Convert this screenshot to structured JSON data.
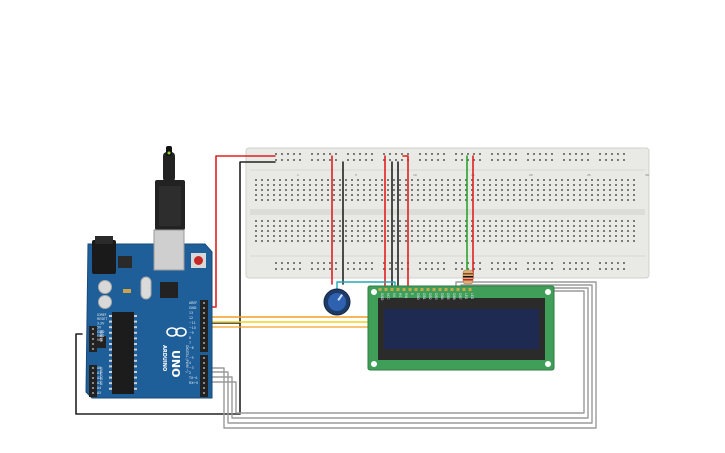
{
  "circuit": {
    "arduino": {
      "board_name": "UNO",
      "brand": "ARDUINO",
      "power_pins": [
        "IOREF",
        "RESET",
        "3.3V",
        "5V",
        "GND",
        "GND",
        "VIN"
      ],
      "analog_pins": [
        "A0",
        "A1",
        "A2",
        "A3",
        "A4",
        "A5"
      ],
      "power_label": "POWER",
      "analog_label": "ANALOG IN",
      "digital_label": "DIGITAL (PWM ~)",
      "digital_pins": [
        "AREF",
        "GND",
        "13",
        "12",
        "~11",
        "~10",
        "~9",
        "8",
        "7",
        "~6",
        "~5",
        "4",
        "~3",
        "2",
        "TX→1",
        "RX←0"
      ]
    },
    "breadboard": {
      "column_numbers": [
        "1",
        "5",
        "10",
        "15",
        "20",
        "25",
        "30"
      ]
    },
    "lcd": {
      "pin_labels": [
        "GND",
        "VCC",
        "V0",
        "RS",
        "RW",
        "E",
        "DB0",
        "DB1",
        "DB2",
        "DB3",
        "DB4",
        "DB5",
        "DB6",
        "DB7",
        "LED",
        "LED"
      ]
    },
    "colors": {
      "wire_red": "#e02020",
      "wire_black": "#222222",
      "wire_orange": "#f0a020",
      "wire_yellow": "#f2d21b",
      "wire_green": "#2aa52a",
      "wire_gray": "#9a9a9a",
      "wire_teal": "#20a8b8",
      "board_blue": "#1f5f99",
      "lcd_green": "#3f9e58",
      "lcd_screen": "#1f2a52",
      "breadboard": "#e9e9e6"
    }
  }
}
